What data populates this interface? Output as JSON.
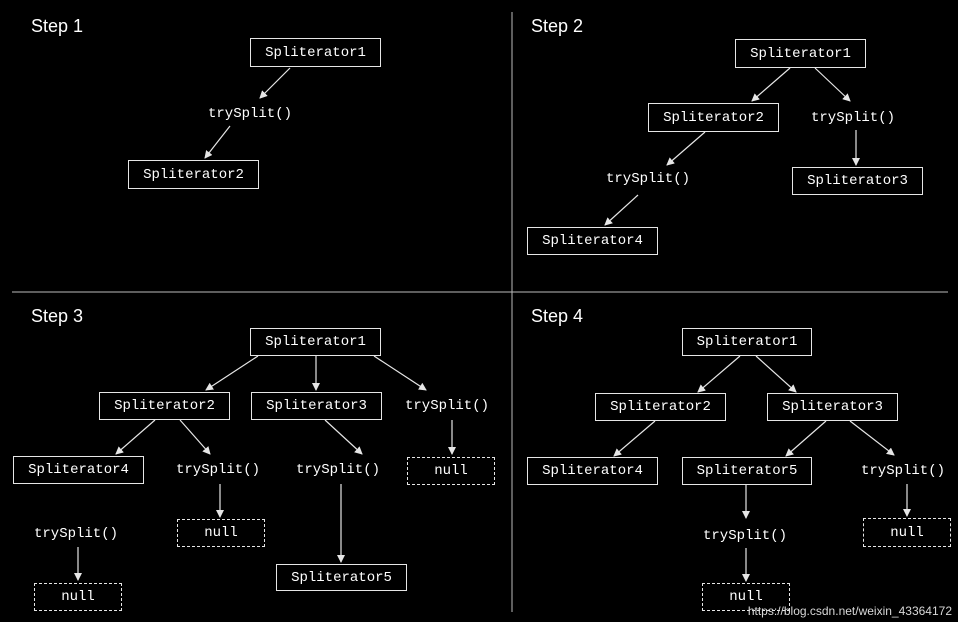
{
  "steps": [
    {
      "title": "Step 1",
      "nodes": [
        "Spliterator1",
        "trySplit()",
        "Spliterator2"
      ]
    },
    {
      "title": "Step 2",
      "nodes": [
        "Spliterator1",
        "Spliterator2",
        "trySplit()",
        "trySplit()",
        "Spliterator3",
        "Spliterator4"
      ]
    },
    {
      "title": "Step 3",
      "nodes": [
        "Spliterator1",
        "Spliterator2",
        "Spliterator3",
        "trySplit()",
        "null",
        "Spliterator4",
        "trySplit()",
        "null",
        "trySplit()",
        "Spliterator5",
        "trySplit()",
        "null"
      ]
    },
    {
      "title": "Step 4",
      "nodes": [
        "Spliterator1",
        "Spliterator2",
        "Spliterator3",
        "Spliterator4",
        "Spliterator5",
        "trySplit()",
        "null",
        "trySplit()",
        "null"
      ]
    }
  ],
  "watermark": "https://blog.csdn.net/weixin_43364172"
}
